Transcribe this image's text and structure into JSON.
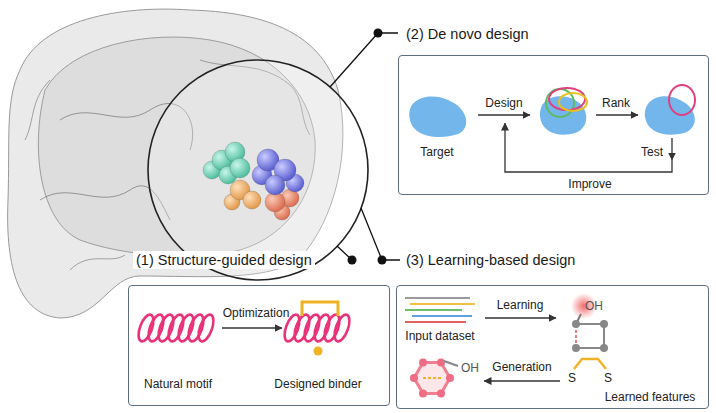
{
  "diagram": {
    "nodes": [
      {
        "text": [
          "(2) De novo design"
        ]
      },
      {
        "text": [
          "(1) Structure-guided design"
        ]
      },
      {
        "text": [
          "(3) Learning-based design"
        ]
      }
    ],
    "labels": [
      "Design",
      "Rank",
      "Target",
      "Test",
      "Improve",
      "Optimization",
      "Natural motif",
      "Designed binder",
      "Learning",
      "OH",
      "Input dataset",
      "Generation",
      "S",
      "S",
      "OH",
      "Learned features"
    ]
  }
}
